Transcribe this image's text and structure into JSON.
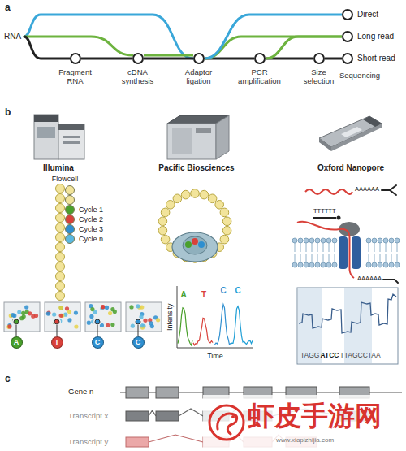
{
  "diagram": {
    "nodes": [
      {
        "text": [
          "Fragment RNA"
        ]
      },
      {
        "text": [
          "cDNA synthesis"
        ]
      },
      {
        "text": [
          "Adaptor ligation"
        ]
      },
      {
        "text": [
          "PCR amplification"
        ]
      },
      {
        "text": [
          "Size selection"
        ]
      },
      {
        "text": [
          "Direct"
        ]
      },
      {
        "text": [
          "Long read"
        ]
      },
      {
        "text": [
          "Short read"
        ]
      },
      {
        "text": [
          "A"
        ]
      },
      {
        "text": [
          "T"
        ]
      },
      {
        "text": [
          "C"
        ]
      },
      {
        "text": [
          "C"
        ]
      }
    ],
    "edges": [
      {
        "from": 0,
        "to": 1,
        "arrow": "none"
      },
      {
        "from": 1,
        "to": 2,
        "arrow": "none"
      },
      {
        "from": 2,
        "to": 3,
        "arrow": "none"
      },
      {
        "from": 3,
        "to": 4,
        "arrow": "none"
      },
      {
        "from": 4,
        "to": 7,
        "arrow": "none"
      },
      {
        "from": 1,
        "to": 2,
        "arrow": "none"
      },
      {
        "from": 2,
        "to": 6,
        "arrow": "none"
      },
      {
        "from": 3,
        "to": 6,
        "arrow": "none"
      },
      {
        "from": 2,
        "to": 5,
        "arrow": "none"
      }
    ],
    "labels": [
      "a",
      "RNA",
      "Sequencing",
      "b",
      "Illumina",
      "Pacific Biosciences",
      "Oxford Nanopore",
      "Flowcell",
      "Cycle 1",
      "Cycle 2",
      "Cycle 3",
      "Cycle n",
      "A",
      "T",
      "C",
      "C",
      "Intensity",
      "Time",
      "AAAAAA",
      "TTTTTT",
      "AAAAAA",
      "TAGG",
      "ATCC",
      "TTAGCCTAA",
      "c",
      "Gene n",
      "Transcript x",
      "Transcript y",
      "虾皮手游网",
      "www.xiapizhijia.com"
    ]
  }
}
